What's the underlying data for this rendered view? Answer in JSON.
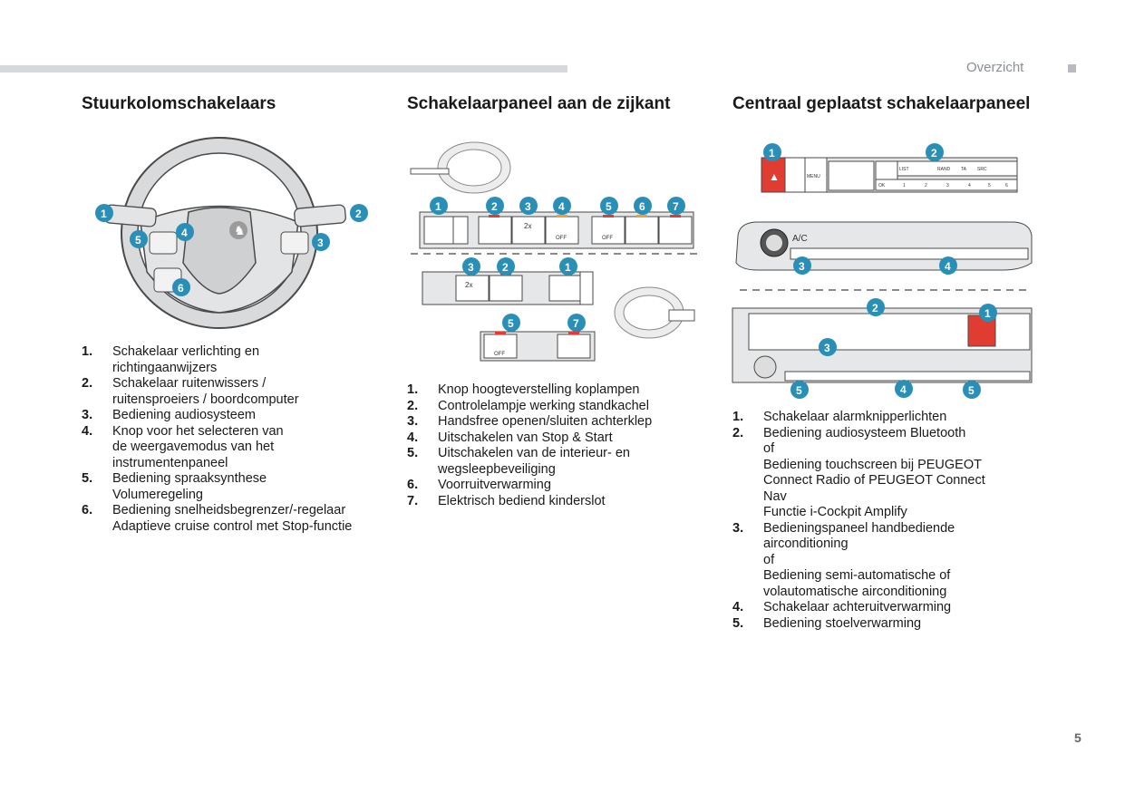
{
  "header": {
    "section": "Overzicht",
    "page_number": "5"
  },
  "columns": [
    {
      "title": "Stuurkolomschakelaars",
      "items": [
        {
          "num": "1.",
          "text": "Schakelaar verlichting en\nrichtingaanwijzers"
        },
        {
          "num": "2.",
          "text": "Schakelaar ruitenwissers /\nruitensproeiers / boordcomputer"
        },
        {
          "num": "3.",
          "text": "Bediening audiosysteem"
        },
        {
          "num": "4.",
          "text": "Knop voor het selecteren van\nde weergavemodus van het\ninstrumentenpaneel"
        },
        {
          "num": "5.",
          "text": "Bediening spraaksynthese\nVolumeregeling"
        },
        {
          "num": "6.",
          "text": "Bediening snelheidsbegrenzer/-regelaar\nAdaptieve cruise control met Stop-functie"
        }
      ]
    },
    {
      "title": "Schakelaarpaneel aan de zijkant",
      "items": [
        {
          "num": "1.",
          "text": "Knop hoogteverstelling koplampen"
        },
        {
          "num": "2.",
          "text": "Controlelampje werking standkachel"
        },
        {
          "num": "3.",
          "text": "Handsfree openen/sluiten achterklep"
        },
        {
          "num": "4.",
          "text": "Uitschakelen van Stop & Start"
        },
        {
          "num": "5.",
          "text": "Uitschakelen van de interieur- en\nwegsleepbeveiliging"
        },
        {
          "num": "6.",
          "text": "Voorruitverwarming"
        },
        {
          "num": "7.",
          "text": "Elektrisch bediend kinderslot"
        }
      ]
    },
    {
      "title": "Centraal geplaatst schakelaarpaneel",
      "items": [
        {
          "num": "1.",
          "text": "Schakelaar alarmknipperlichten"
        },
        {
          "num": "2.",
          "text": "Bediening audiosysteem Bluetooth\nof\nBediening touchscreen bij PEUGEOT\nConnect Radio of PEUGEOT Connect\nNav\nFunctie i-Cockpit Amplify"
        },
        {
          "num": "3.",
          "text": "Bedieningspaneel handbediende\nairconditioning\nof\nBediening semi-automatische of\nvolautomatische airconditioning"
        },
        {
          "num": "4.",
          "text": "Schakelaar achteruitverwarming"
        },
        {
          "num": "5.",
          "text": "Bediening stoelverwarming"
        }
      ]
    }
  ],
  "illustration_labels": {
    "badges": [
      "1",
      "2",
      "3",
      "4",
      "5",
      "6",
      "7"
    ],
    "twox": "2x",
    "off": "OFF",
    "ac": "A/C",
    "menu": "MENU",
    "list": "LIST",
    "rand": "RAND",
    "ta": "TA",
    "src": "SRC",
    "ok": "OK",
    "presets": [
      "1",
      "2",
      "3",
      "4",
      "5",
      "6"
    ]
  },
  "colors": {
    "badge": "#2a8fb6",
    "red_indicator": "#e03c31",
    "orange_indicator": "#f0a030",
    "hazard": "#e03c31",
    "top_rule": "#d5d8dc",
    "panel_grey": "#e6e7e8"
  }
}
